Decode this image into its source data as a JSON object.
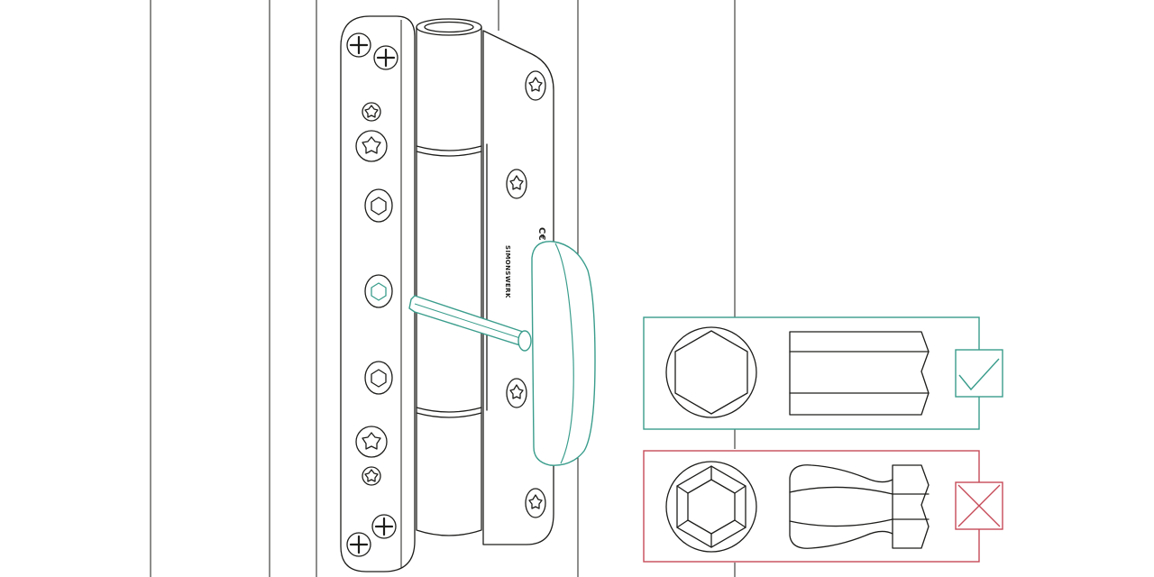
{
  "hinge": {
    "brand_text": "SIMONSWERK",
    "ce_mark": "C€"
  },
  "colors": {
    "line": "#1d1d1b",
    "correct": "#3a9d8c",
    "incorrect": "#c64a57"
  },
  "panels": [
    {
      "id": "correct",
      "tool": "hex-key",
      "verdict": "checkmark"
    },
    {
      "id": "incorrect",
      "tool": "worn-hex-key",
      "verdict": "cross"
    }
  ]
}
